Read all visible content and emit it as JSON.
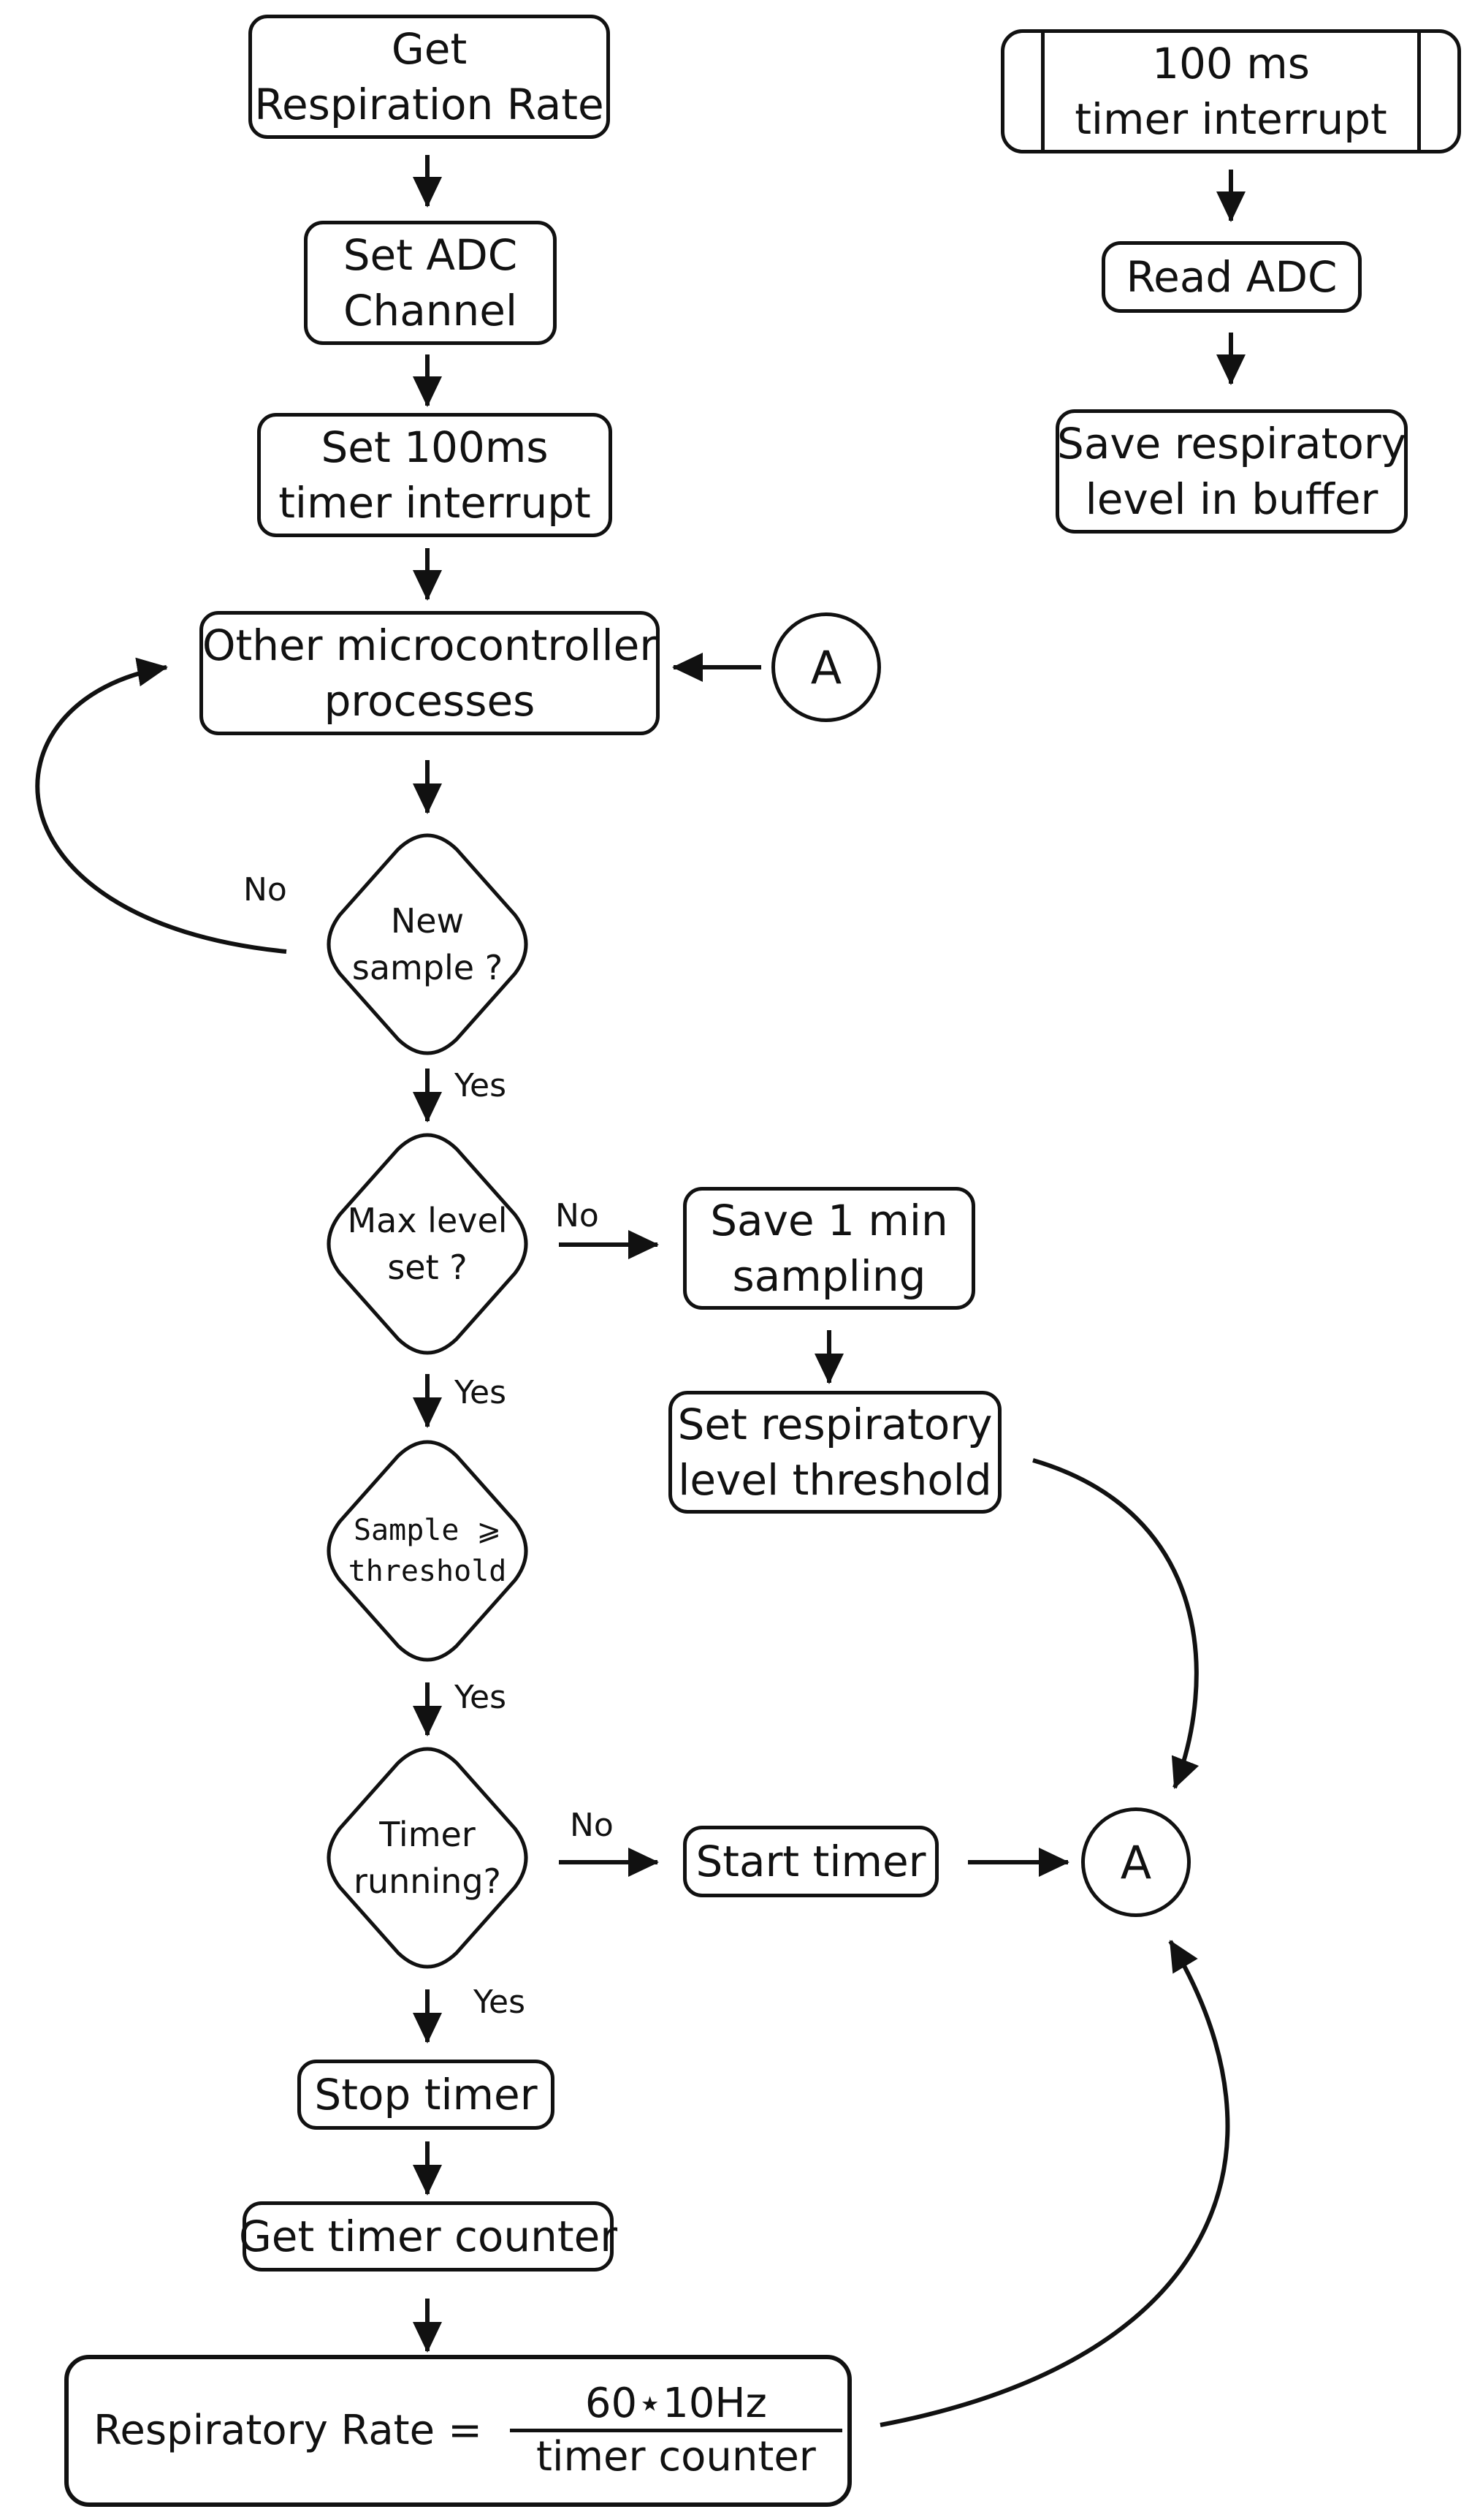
{
  "flowchart": {
    "main_flow": {
      "start": [
        "Get",
        "Respiration Rate"
      ],
      "set_adc": [
        "Set ADC",
        "Channel"
      ],
      "set_timer": [
        "Set 100ms",
        "timer interrupt"
      ],
      "other_processes": [
        "Other microcontroller",
        "processes"
      ],
      "decision_new_sample": [
        "New",
        "sample ?"
      ],
      "decision_max_level": [
        "Max level",
        "set ?"
      ],
      "decision_sample_threshold": [
        "Sample ⩾",
        "threshold"
      ],
      "decision_timer_running": [
        "Timer",
        "running?"
      ],
      "stop_timer": "Stop timer",
      "get_timer_counter": "Get timer counter",
      "result": {
        "label": "Respiratory Rate",
        "equals": "=",
        "numerator": "60⋆10Hz",
        "denominator": "timer counter"
      }
    },
    "branch_no_max_level": {
      "save_sampling": [
        "Save 1 min",
        "sampling"
      ],
      "set_threshold": [
        "Set respiratory",
        "level threshold"
      ]
    },
    "branch_timer_not_running": {
      "start_timer": "Start timer"
    },
    "interrupt_routine": {
      "trigger": [
        "100 ms",
        "timer interrupt"
      ],
      "read_adc": "Read ADC",
      "save_level": [
        "Save respiratory",
        "level in buffer"
      ]
    },
    "connectors": {
      "top": "A",
      "bottom": "A"
    },
    "edge_labels": {
      "new_sample_no": "No",
      "new_sample_yes": "Yes",
      "max_level_no": "No",
      "max_level_yes": "Yes",
      "threshold_yes": "Yes",
      "timer_running_no": "No",
      "timer_running_yes": "Yes"
    }
  }
}
